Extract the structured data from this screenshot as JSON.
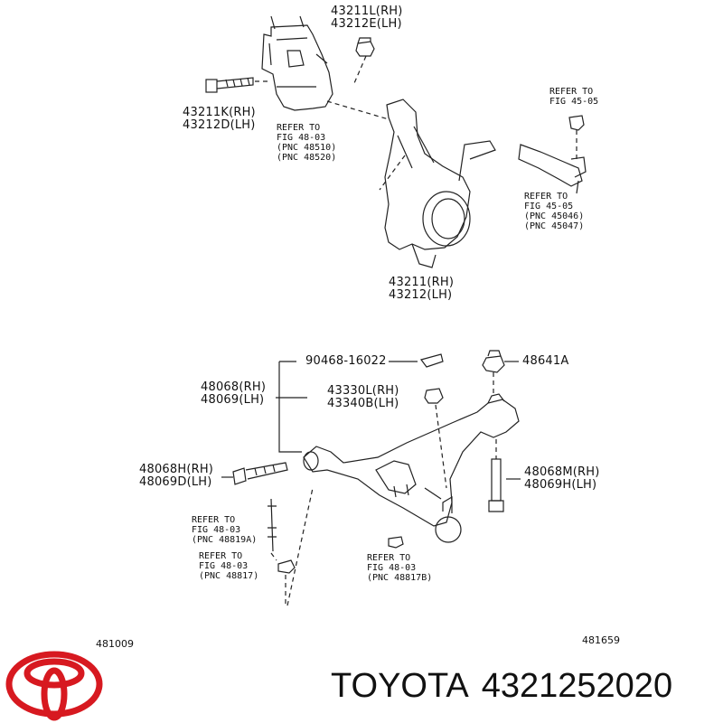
{
  "labels": {
    "hub_nut": [
      "43211L(RH)",
      "43212E(LH)"
    ],
    "hub_bolt": [
      "43211K(RH)",
      "43212D(LH)"
    ],
    "knuckle": [
      "43211(RH)",
      "43212(LH)"
    ],
    "clip": "90468-16022",
    "nut_48641A": "48641A",
    "arm_label": [
      "48068(RH)",
      "48069(LH)"
    ],
    "ball_nut": [
      "43330L(RH)",
      "43340B(LH)"
    ],
    "bushing_bolt": [
      "48068H(RH)",
      "48069D(LH)"
    ],
    "arm_bolt": [
      "48068M(RH)",
      "48069H(LH)"
    ]
  },
  "references": {
    "strut": [
      "REFER TO",
      "FIG 48-03",
      "(PNC 48510)",
      "(PNC 48520)"
    ],
    "tie_rod_top": [
      "REFER TO",
      "FIG 45-05"
    ],
    "tie_rod_end": [
      "REFER TO",
      "FIG 45-05",
      "(PNC 45046)",
      "(PNC 45047)"
    ],
    "stabilizer_link": [
      "REFER TO",
      "FIG 48-03",
      "(PNC 48819A)"
    ],
    "stabilizer_bushing": [
      "REFER TO",
      "FIG 48-03",
      "(PNC 48817)"
    ],
    "arm_bushing": [
      "REFER TO",
      "FIG 48-03",
      "(PNC 48817B)"
    ]
  },
  "captions": {
    "left": "481009",
    "right": "481659"
  },
  "brand": {
    "name": "TOYOTA",
    "part_number": "4321252020",
    "logo_color": "#d71920"
  }
}
